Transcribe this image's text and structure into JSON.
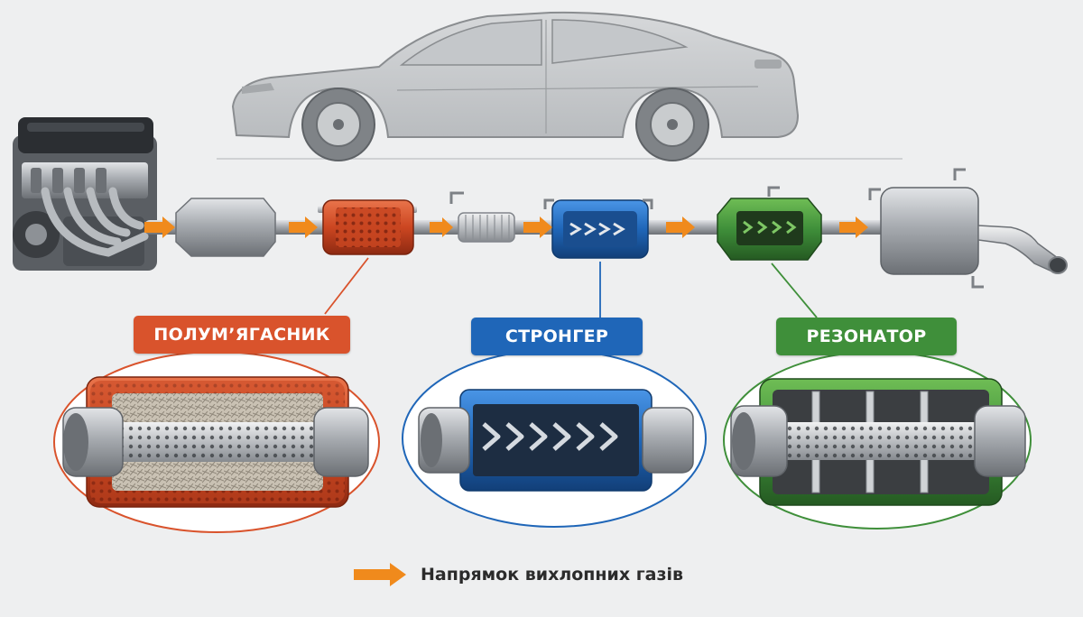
{
  "labels": {
    "muffler": "ПОЛУМ’ЯГАСНИК",
    "stronger": "СТРОНГЕР",
    "resonator": "РЕЗОНАТОР"
  },
  "legend": {
    "text": "Напрямок вихлопних газів"
  },
  "colors": {
    "muffler": "#d9532c",
    "stronger": "#1f66b8",
    "resonator": "#3f8f3a",
    "flow_arrow": "#f08a1c",
    "pipe_metal": "#a9adb2",
    "car_outline": "#8a8d90"
  },
  "icons": [
    "car-silhouette-icon",
    "engine-icon",
    "arrow-right-icon"
  ]
}
